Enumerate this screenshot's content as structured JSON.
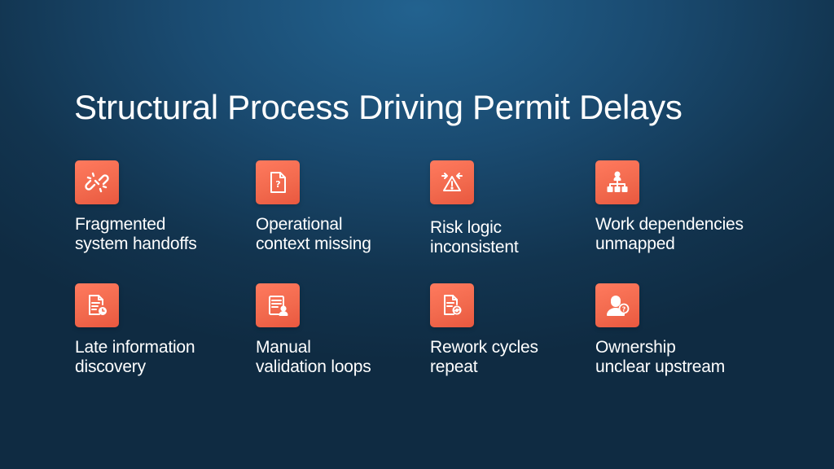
{
  "slide": {
    "title": "Structural Process Driving Permit Delays",
    "accent_color": "#f26a4e",
    "items": [
      {
        "icon": "broken-link-icon",
        "line1": "Fragmented",
        "line2": "system handoffs"
      },
      {
        "icon": "document-question-icon",
        "line1": "Operational",
        "line2": "context missing"
      },
      {
        "icon": "warning-triangle-icon",
        "line1": "Risk logic",
        "line2": "inconsistent"
      },
      {
        "icon": "hierarchy-icon",
        "line1": "Work dependencies",
        "line2": "unmapped"
      },
      {
        "icon": "document-clock-icon",
        "line1": "Late information",
        "line2": "discovery"
      },
      {
        "icon": "checklist-user-icon",
        "line1": "Manual",
        "line2": "validation loops"
      },
      {
        "icon": "document-refresh-icon",
        "line1": "Rework cycles",
        "line2": "repeat"
      },
      {
        "icon": "person-question-icon",
        "line1": "Ownership",
        "line2": "unclear upstream"
      }
    ]
  }
}
